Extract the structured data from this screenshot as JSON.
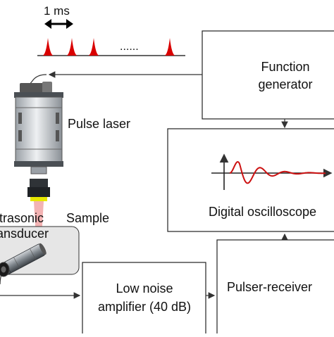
{
  "pulse_train": {
    "period_label": "1 ms",
    "ellipsis": "......"
  },
  "blocks": {
    "function_generator": {
      "line1": "Function",
      "line2": "generator"
    },
    "digital_oscilloscope": {
      "label": "Digital oscilloscope"
    },
    "pulser_receiver": {
      "label": "Pulser-receiver"
    },
    "low_noise_amplifier": {
      "line1": "Low noise",
      "line2": "amplifier (40 dB)"
    }
  },
  "labels": {
    "pulse_laser": "Pulse laser",
    "sample": "Sample",
    "transducer_line1": "Ultrasonic",
    "transducer_line2": "transducer"
  },
  "colors": {
    "pulse": "#d90000",
    "waveform": "#cc1111",
    "beam": "#ef9a9a",
    "lens_band": "#e8e800",
    "sample_fill": "#e6e6e6"
  }
}
